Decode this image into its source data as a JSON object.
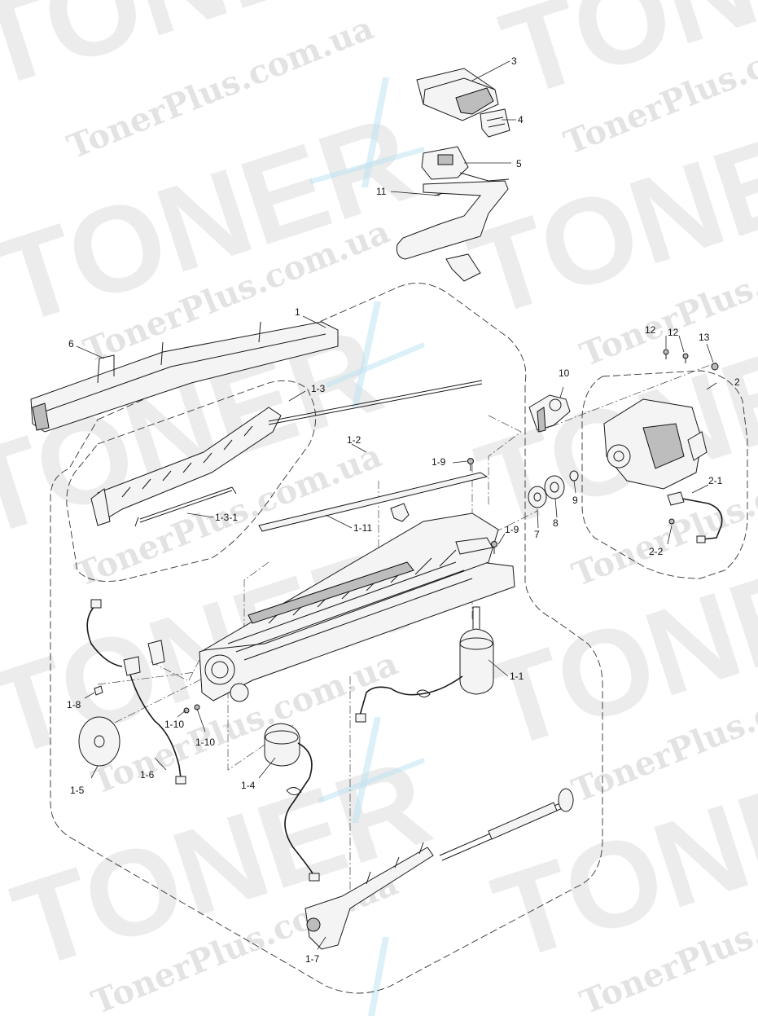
{
  "watermark": {
    "brand": "TONER",
    "site": "TonerPlus.com.ua"
  },
  "callouts": {
    "c1": "1",
    "c1_1": "1-1",
    "c1_2": "1-2",
    "c1_3": "1-3",
    "c1_3_1": "1-3-1",
    "c1_4": "1-4",
    "c1_5": "1-5",
    "c1_6": "1-6",
    "c1_7": "1-7",
    "c1_8": "1-8",
    "c1_9a": "1-9",
    "c1_9b": "1-9",
    "c1_10a": "1-10",
    "c1_10b": "1-10",
    "c1_11": "1-11",
    "c2": "2",
    "c2_1": "2-1",
    "c2_2": "2-2",
    "c3": "3",
    "c4": "4",
    "c5": "5",
    "c6": "6",
    "c7": "7",
    "c8": "8",
    "c9": "9",
    "c10": "10",
    "c11": "11",
    "c12a": "12",
    "c12b": "12",
    "c13": "13"
  },
  "colors": {
    "watermark_text": "#ececec",
    "watermark_accent": "#bfe3f3",
    "line": "#1a1a1a"
  }
}
